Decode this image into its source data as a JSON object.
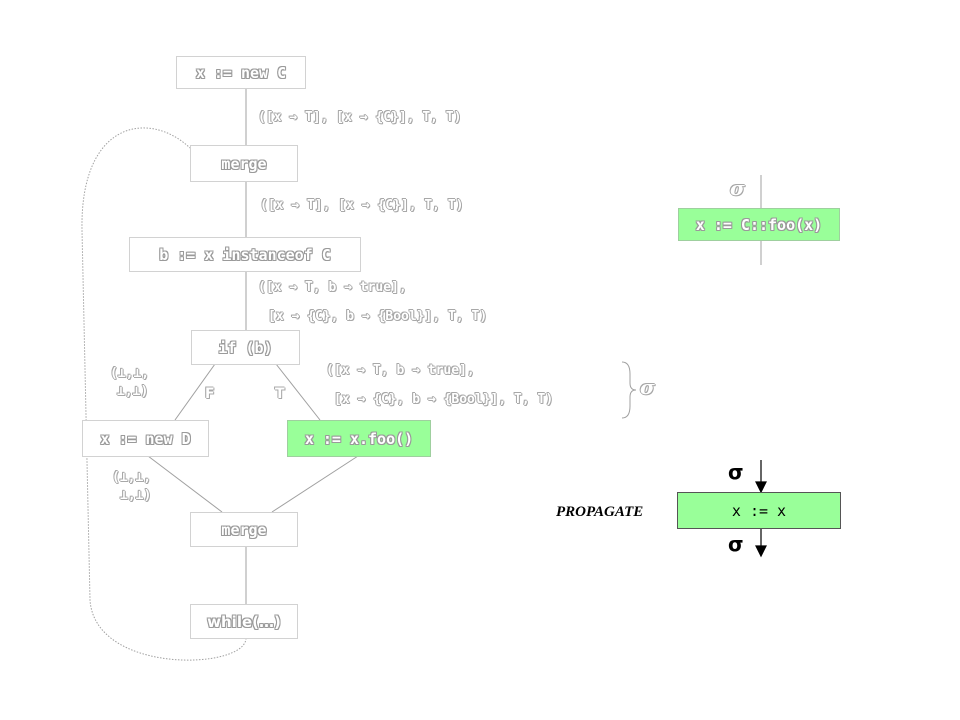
{
  "nodes": {
    "new_c": "x := new C",
    "merge_top": "merge",
    "instanceof": "b := x instanceof C",
    "if_b": "if (b)",
    "new_d": "x := new D",
    "call_foo": "x := x.foo()",
    "merge_bottom": "merge",
    "while": "while(…)",
    "devirt_call": "x := C::foo(x)",
    "assign_xx": "x := x"
  },
  "annotations": {
    "state1": "([x → T], [x → {C}], T, T)",
    "state2": "([x → T], [x → {C}], T, T)",
    "state3_l1": "([x → T,   b → true],",
    "state3_l2": "[x → {C}, b → {Bool}], T, T)",
    "state4_l1": "([x → T,   b → true],",
    "state4_l2": "[x → {C}, b → {Bool}], T, T)",
    "bottom_f_l1": "(⊥,⊥,",
    "bottom_f_l2": "⊥,⊥)",
    "bottom_d_l1": "(⊥,⊥,",
    "bottom_d_l2": "⊥,⊥)",
    "branch_false": "F",
    "branch_true": "T",
    "sigma_brace": "σ",
    "sigma_devirt": "σ"
  },
  "rule": {
    "name": "PROPAGATE",
    "sigma_in": "σ",
    "sigma_out": "σ"
  },
  "colors": {
    "highlight": "#99ff99",
    "faded_stroke": "#9a9a9a",
    "active_border": "#555555"
  }
}
